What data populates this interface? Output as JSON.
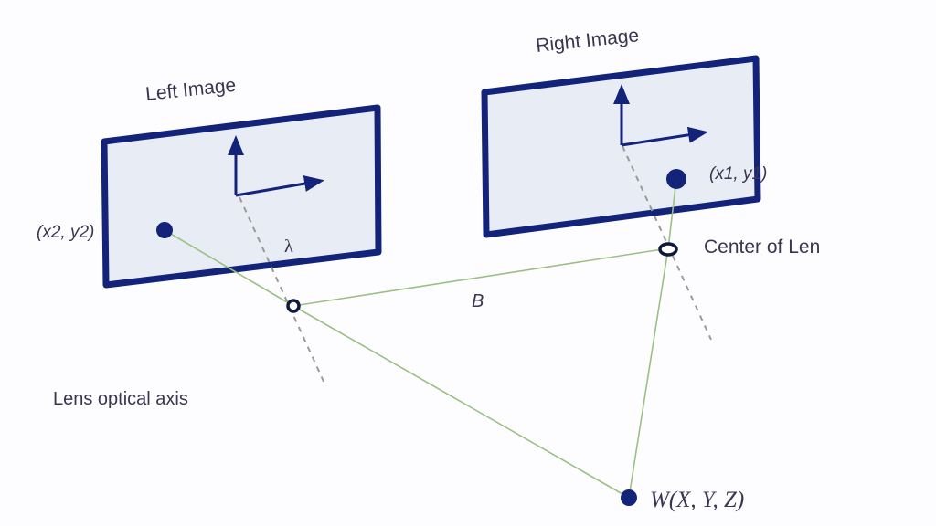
{
  "labels": {
    "left_image": "Left Image",
    "right_image": "Right Image",
    "left_point": "(x2, y2)",
    "right_point": "(x1, y1)",
    "focal_length": "λ",
    "lens_center": "Center of Len",
    "baseline": "B",
    "optical_axis": "Lens optical axis",
    "world_point": "W(X, Y, Z)"
  },
  "colors": {
    "frame": "#13237a",
    "plane_fill": "#e8ecf4",
    "ray": "#9cbf84",
    "axis_dash": "#9a9a9a",
    "text": "#3a3550"
  }
}
